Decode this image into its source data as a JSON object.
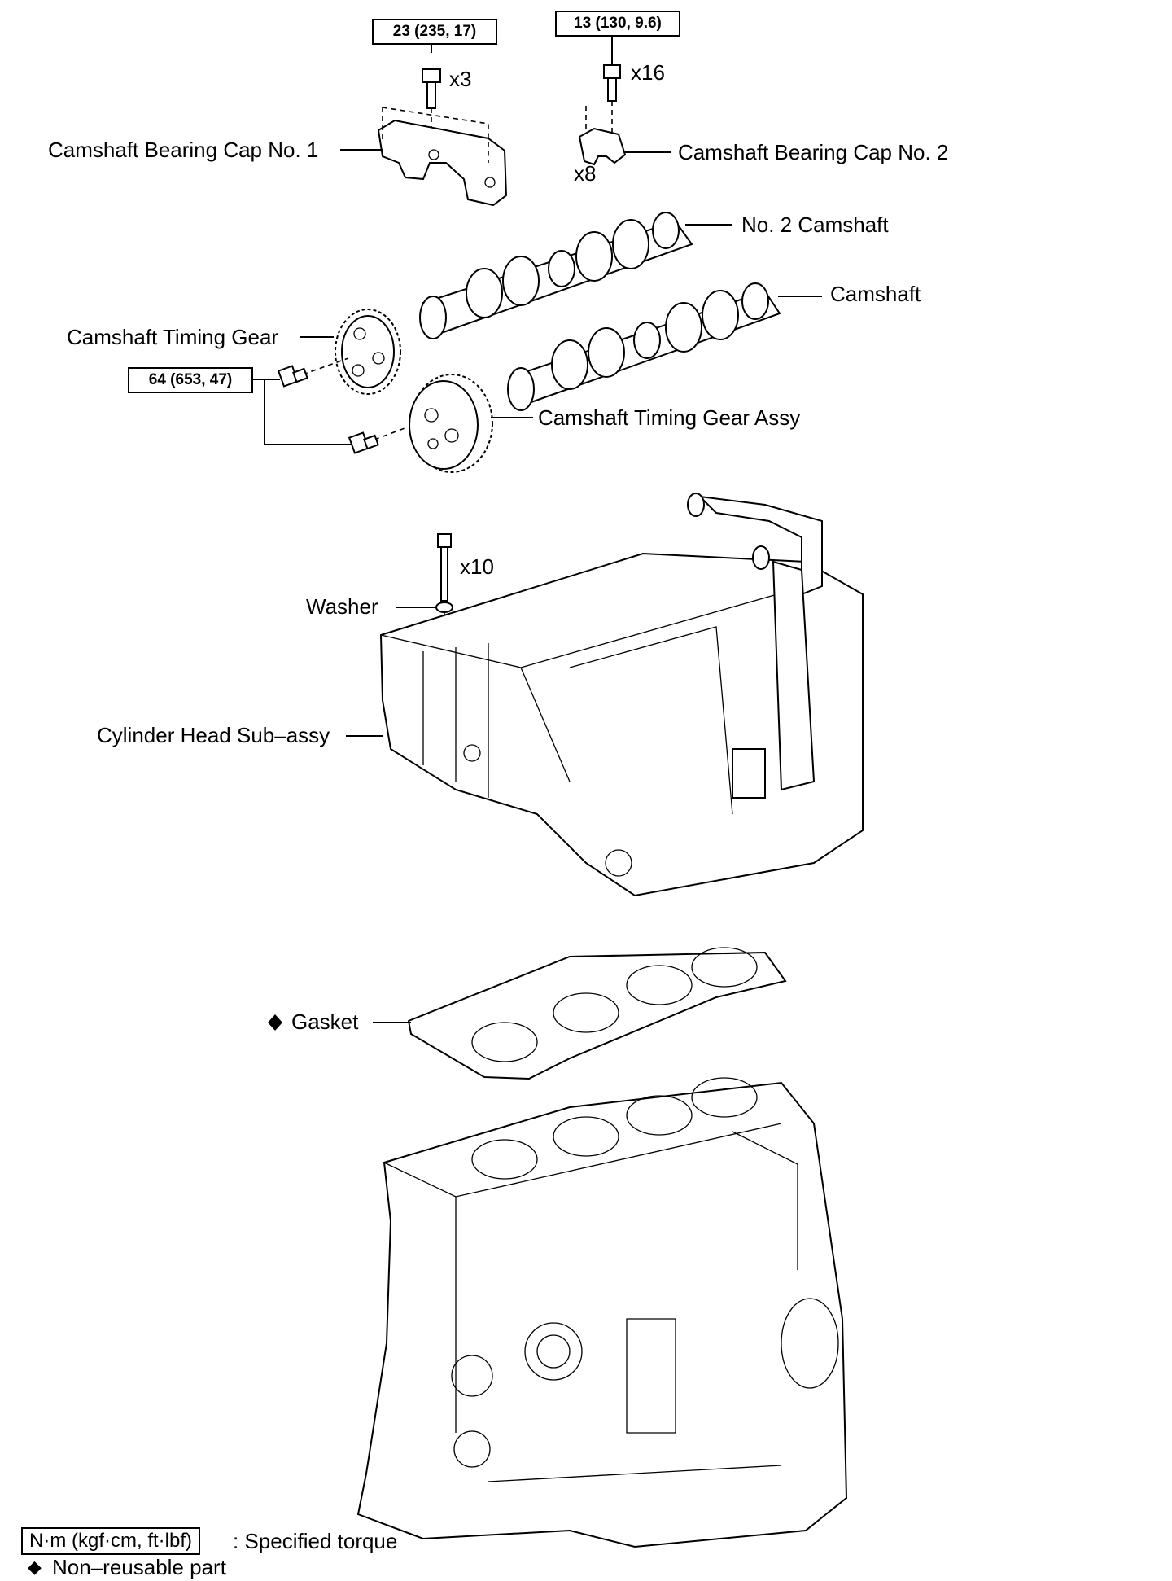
{
  "torque_specs": {
    "cap_no1_bolt": "23 (235, 17)",
    "cap_no2_bolt": "13 (130, 9.6)",
    "timing_gear_bolt": "64 (653, 47)"
  },
  "quantities": {
    "cap_no1_bolts": "x3",
    "cap_no2_bolts": "x16",
    "cap_no2_count": "x8",
    "head_bolts": "x10"
  },
  "part_labels": {
    "cap_no1": "Camshaft Bearing Cap No. 1",
    "cap_no2": "Camshaft Bearing Cap No. 2",
    "no2_camshaft": "No. 2 Camshaft",
    "camshaft": "Camshaft",
    "timing_gear": "Camshaft Timing Gear",
    "timing_gear_assy": "Camshaft Timing Gear Assy",
    "washer": "Washer",
    "cylinder_head": "Cylinder Head Sub–assy",
    "gasket": "Gasket"
  },
  "legend": {
    "torque_unit": "N·m (kgf·cm, ft·lbf)",
    "torque_desc": ": Specified torque",
    "nonreusable_desc": "Non–reusable part",
    "nonreusable_symbol": "◆"
  }
}
